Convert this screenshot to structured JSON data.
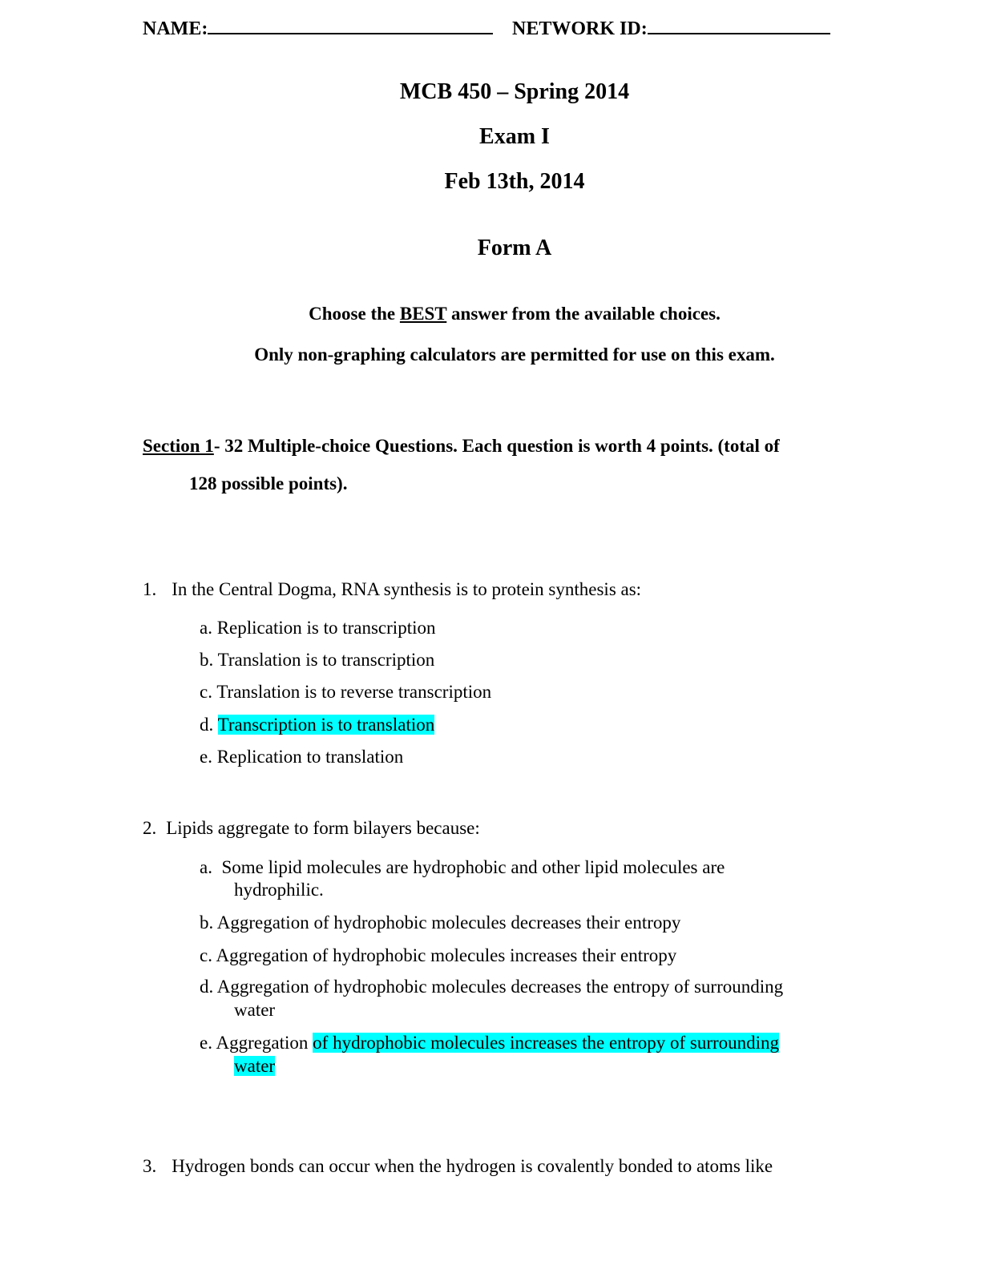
{
  "header": {
    "name_label": "NAME:",
    "network_label": "NETWORK ID:"
  },
  "title": {
    "course": "MCB 450 – Spring 2014",
    "exam": "Exam I",
    "date": "Feb 13th, 2014",
    "form": "Form A"
  },
  "instructions": {
    "line1_before": "Choose the ",
    "line1_emph": "BEST",
    "line1_after": " answer from the available choices.",
    "line2": "Only non-graphing calculators are permitted for use on this exam."
  },
  "section": {
    "label": "Section 1",
    "text": "- 32 Multiple-choice Questions.  Each question is worth 4 points. (total of",
    "text2": "128 possible points)."
  },
  "questions": [
    {
      "number": "1.",
      "text": "In the Central Dogma, RNA synthesis is to protein synthesis as:",
      "options": [
        {
          "letter": "a.",
          "text": "Replication is to transcription"
        },
        {
          "letter": "b.",
          "text": "Translation is to transcription"
        },
        {
          "letter": "c.",
          "text": "Translation is to reverse transcription"
        },
        {
          "letter": "d.",
          "text": "Transcription is to translation"
        },
        {
          "letter": "e.",
          "text": "Replication to translation"
        }
      ]
    },
    {
      "number": "2.",
      "text": "Lipids aggregate to form bilayers because:",
      "options": [
        {
          "letter": "a.",
          "text": "Some lipid molecules are hydrophobic and other lipid molecules are",
          "text2": "hydrophilic."
        },
        {
          "letter": "b.",
          "text": "Aggregation of hydrophobic molecules decreases their entropy"
        },
        {
          "letter": "c.",
          "text": "Aggregation of hydrophobic molecules increases their entropy"
        },
        {
          "letter": "d.",
          "text": "Aggregation of hydrophobic molecules decreases the entropy of surrounding",
          "text2": "water"
        },
        {
          "letter": "e.",
          "text_plain": "Aggregation ",
          "text_hl": "of hydrophobic molecules increases the entropy of surrounding ",
          "text2": "water"
        }
      ]
    },
    {
      "number": "3.",
      "text": "Hydrogen bonds can occur when the hydrogen is covalently bonded to atoms like"
    }
  ],
  "highlight_color": "#00ffff"
}
